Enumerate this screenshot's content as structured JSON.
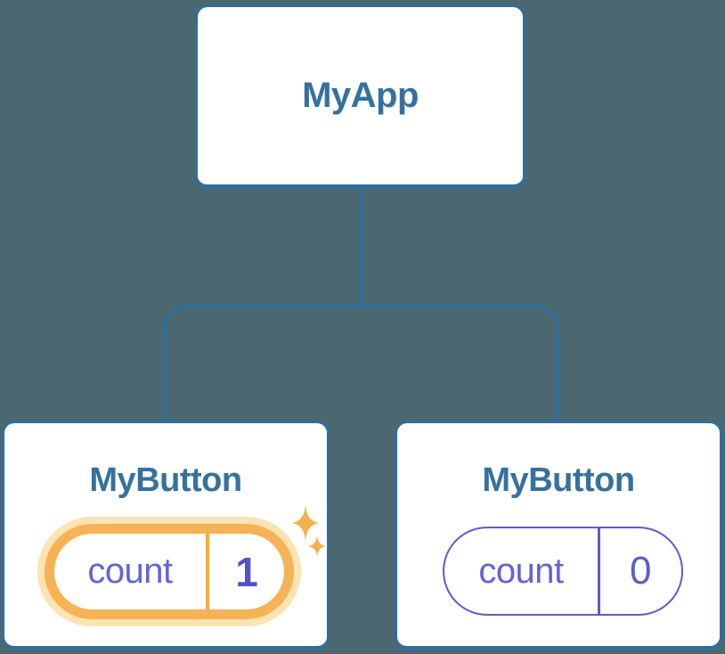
{
  "colors": {
    "background": "#4B6770",
    "node_fill": "#FFFFFF",
    "node_border_blue": "#2F6E9E",
    "node_title_blue": "#35719E",
    "state_indigo": "#5B5BD6",
    "state_key_indigo": "#6363DA",
    "state_value_indigo": "#5451CF",
    "highlight_orange": "#F6B355",
    "highlight_divider_orange": "#F2AC46",
    "highlight_glow": "#FBE3B2",
    "sparkle_orange": "#F5AF4B"
  },
  "tree": {
    "root": {
      "label": "MyApp"
    },
    "children": [
      {
        "label": "MyButton",
        "state_key": "count",
        "state_value": "1",
        "highlighted": true
      },
      {
        "label": "MyButton",
        "state_key": "count",
        "state_value": "0",
        "highlighted": false
      }
    ]
  }
}
